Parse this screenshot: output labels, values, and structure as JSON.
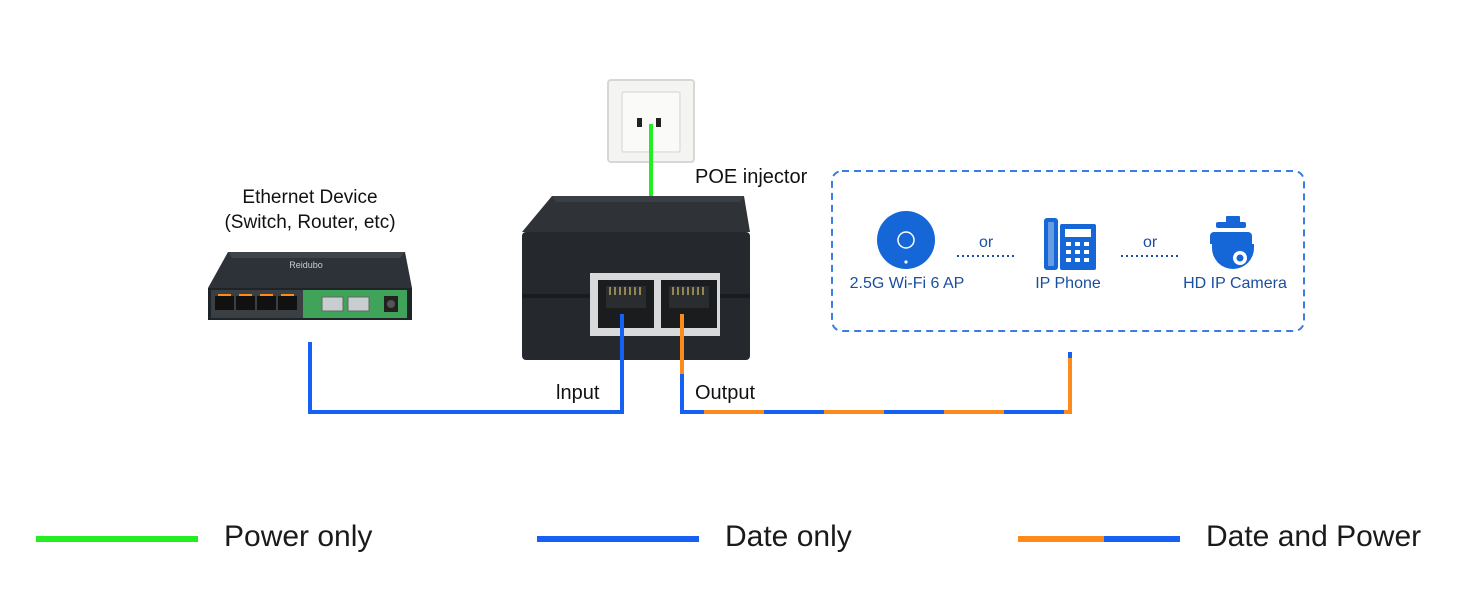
{
  "ethernet_device": {
    "title": "Ethernet Device",
    "subtitle": "(Switch, Router, etc)",
    "brand": "Reidubo"
  },
  "injector": {
    "label": "POE injector"
  },
  "ports": {
    "input_label": "lnput",
    "output_label": "Output"
  },
  "endpoints": {
    "ap_label": "2.5G Wi-Fi 6 AP",
    "phone_label": "IP Phone",
    "camera_label": "HD IP Camera",
    "or_1": "or",
    "or_2": "or"
  },
  "legend": {
    "power_only": "Power only",
    "data_only": "Date only",
    "data_and_power": "Date and Power"
  },
  "colors": {
    "power": "#22ee22",
    "data": "#1560f5",
    "data_power_orange": "#ff8a1c",
    "endpoint_blue": "#1566d6"
  }
}
